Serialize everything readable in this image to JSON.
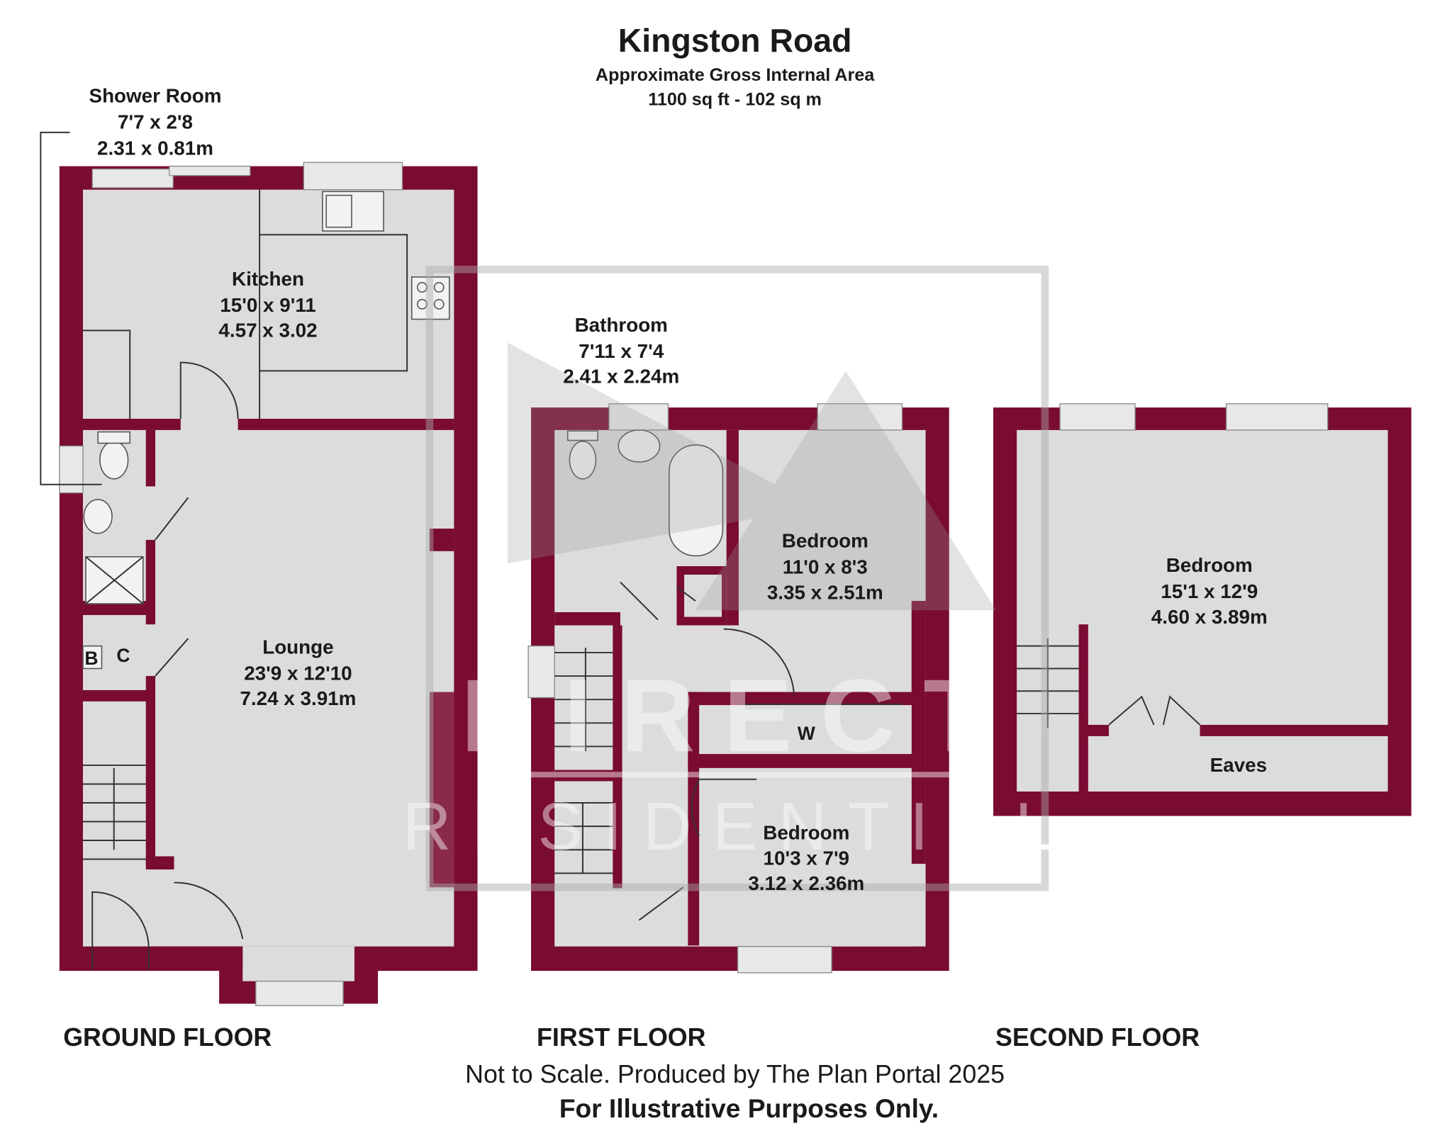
{
  "title": "Kingston Road",
  "subtitle": "Approximate Gross Internal Area",
  "area": "1100 sq ft - 102 sq m",
  "watermark": {
    "line1": "DIRECT",
    "line2": "RESIDENTIAL"
  },
  "colors": {
    "wall": "#7a0b33",
    "floor": "#dcdcdc"
  },
  "floors": {
    "ground": {
      "label": "GROUND FLOOR",
      "rooms": [
        {
          "name": "Shower Room",
          "imperial": "7'7 x 2'8",
          "metric": "2.31 x 0.81m"
        },
        {
          "name": "Kitchen",
          "imperial": "15'0 x 9'11",
          "metric": "4.57 x 3.02"
        },
        {
          "name": "Lounge",
          "imperial": "23'9 x 12'10",
          "metric": "7.24 x 3.91m"
        }
      ],
      "marks": {
        "boiler": "B",
        "cupboard": "C"
      }
    },
    "first": {
      "label": "FIRST FLOOR",
      "rooms": [
        {
          "name": "Bathroom",
          "imperial": "7'11 x 7'4",
          "metric": "2.41 x 2.24m"
        },
        {
          "name": "Bedroom",
          "imperial": "11'0 x 8'3",
          "metric": "3.35 x 2.51m"
        },
        {
          "name": "Bedroom",
          "imperial": "10'3 x 7'9",
          "metric": "3.12 x 2.36m"
        }
      ],
      "marks": {
        "wardrobe": "W"
      }
    },
    "second": {
      "label": "SECOND FLOOR",
      "rooms": [
        {
          "name": "Bedroom",
          "imperial": "15'1 x 12'9",
          "metric": "4.60 x 3.89m"
        },
        {
          "name": "Eaves"
        }
      ]
    }
  },
  "footer": {
    "line1": "Not to Scale. Produced by The Plan Portal 2025",
    "line2": "For Illustrative Purposes Only."
  }
}
